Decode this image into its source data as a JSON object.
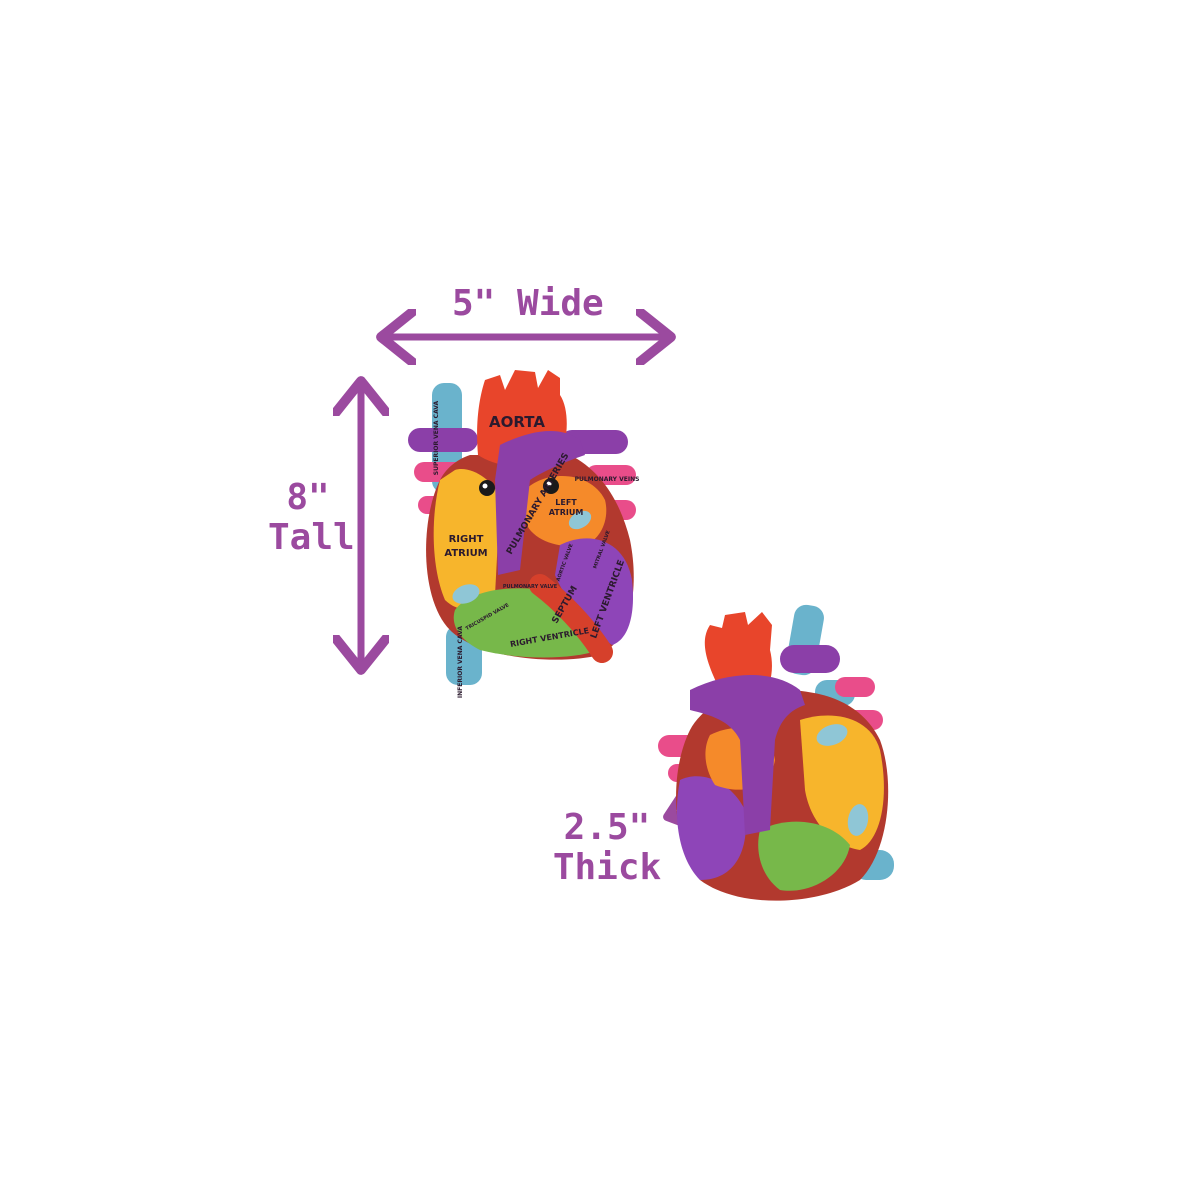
{
  "dimensions": {
    "width_value": "5\" Wide",
    "height_value": "8\"",
    "height_word": "Tall",
    "thickness_value": "2.5\"",
    "thickness_word": "Thick"
  },
  "front_labels": {
    "aorta": "AORTA",
    "superior_vena_cava": "SUPERIOR VENA CAVA",
    "inferior_vena_cava": "INFERIOR VENA CAVA",
    "pulmonary_arteries": "PULMONARY ARTERIES",
    "pulmonary_veins": "PULMONARY VEINS",
    "left_atrium_1": "LEFT",
    "left_atrium_2": "ATRIUM",
    "right_atrium_1": "RIGHT",
    "right_atrium_2": "ATRIUM",
    "aortic_valve": "AORTIC VALVE",
    "mitral_valve": "MITRAL VALVE",
    "pulmonary_valve": "PULMONARY VALVE",
    "tricuspid_valve": "TRICUSPID VALVE",
    "septum": "SEPTUM",
    "left_ventricle": "LEFT VENTRICLE",
    "right_ventricle": "RIGHT VENTRICLE"
  },
  "colors": {
    "label_purple": "#9b4a9f",
    "aorta_red": "#e8452b",
    "vessel_purple": "#8b3fa8",
    "vessel_pink": "#e94d8a",
    "vessel_blue": "#6ab3cc",
    "atrium_orange": "#f58a2a",
    "atrium_yellow": "#f7b52c",
    "ventricle_green": "#77b84a",
    "ventricle_purple": "#8e45b8",
    "body_brown": "#b2392e"
  }
}
